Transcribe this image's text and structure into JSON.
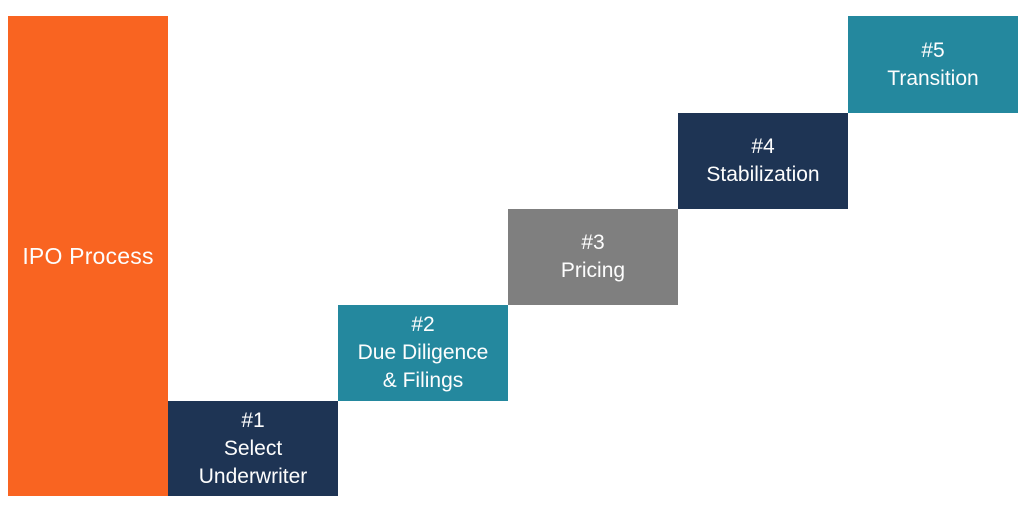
{
  "title": "IPO Process",
  "colors": {
    "orange": "#F96421",
    "navy": "#1E3454",
    "teal": "#24889E",
    "gray": "#7F7F7F",
    "text": "#FDFDFD",
    "background": "#FFFFFF"
  },
  "steps": [
    {
      "number": "#1",
      "label": "Select\nUnderwriter",
      "color": "#1E3454"
    },
    {
      "number": "#2",
      "label": "Due Diligence\n& Filings",
      "color": "#24889E"
    },
    {
      "number": "#3",
      "label": "Pricing",
      "color": "#7F7F7F"
    },
    {
      "number": "#4",
      "label": "Stabilization",
      "color": "#1E3454"
    },
    {
      "number": "#5",
      "label": "Transition",
      "color": "#24889E"
    }
  ]
}
